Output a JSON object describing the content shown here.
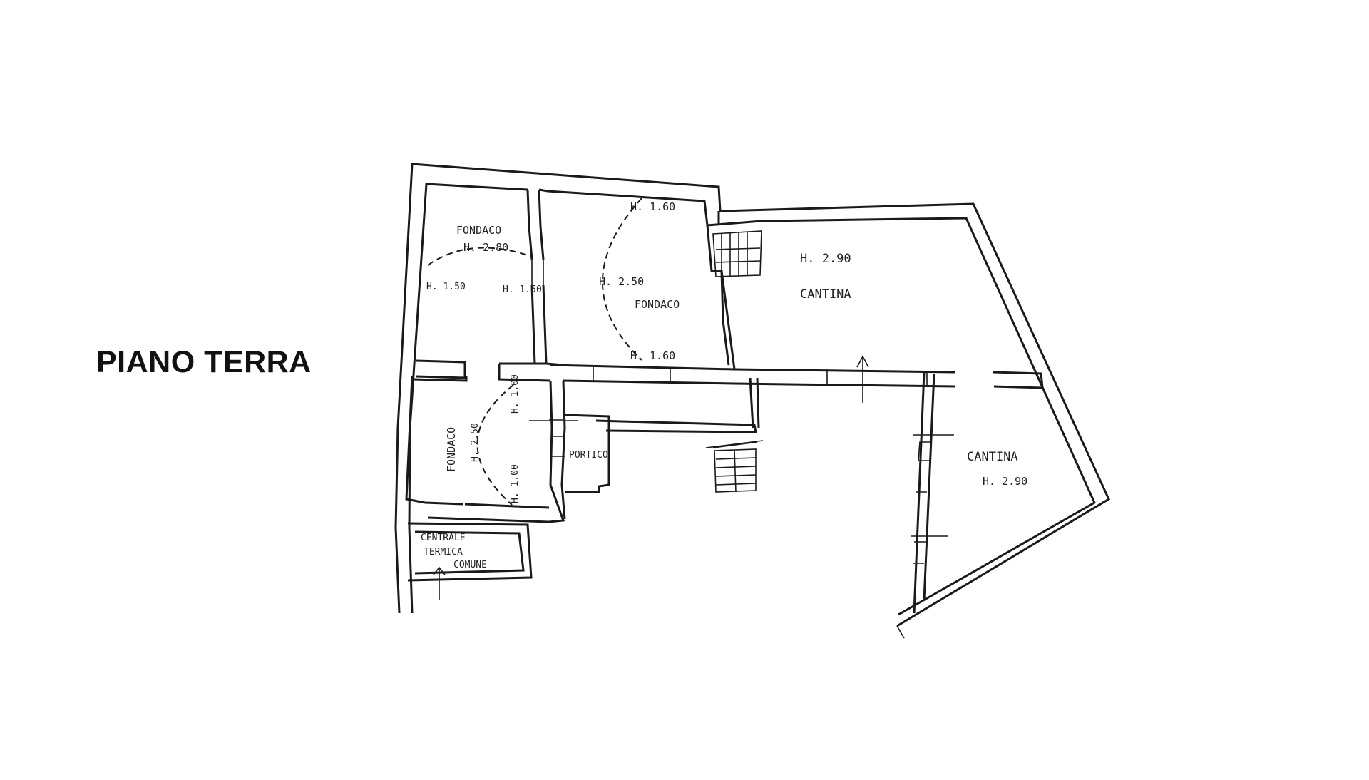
{
  "title": "PIANO TERRA",
  "rooms": {
    "fondaco_nw": {
      "name": "FONDACO",
      "height": "H. 2.80",
      "left_h": "H. 1.50",
      "right_h": "H. 1.50"
    },
    "fondaco_center": {
      "name": "FONDACO",
      "height": "H. 2.50",
      "top_h": "H. 1.60",
      "bottom_h": "H. 1.60"
    },
    "cantina_ne": {
      "name": "CANTINA",
      "height": "H. 2.90"
    },
    "fondaco_sw": {
      "name": "FONDACO",
      "height": "H. 2.50",
      "top_h": "H. 1.00",
      "bottom_h": "H. 1.00"
    },
    "portico": {
      "name": "PORTICO"
    },
    "cantina_se": {
      "name": "CANTINA",
      "height": "H. 2.90"
    },
    "centrale": {
      "line1": "CENTRALE",
      "line2": "TERMICA",
      "line3": "COMUNE"
    }
  },
  "colors": {
    "line": "#1a1a1a",
    "background": "#ffffff"
  }
}
